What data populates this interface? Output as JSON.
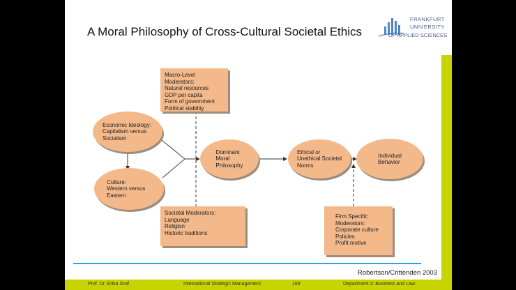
{
  "title": "A Moral Philosophy of Cross-Cultural Societal Ethics",
  "logo": {
    "line1": "FRANKFURT",
    "line2": "UNIVERSITY",
    "line3": "OF APPLIED SCIENCES"
  },
  "diagram": {
    "macro": "Macro-Level Moderators:\nNatural resources\nGDP per capita\nForm of government\nPolitical stability",
    "economic": "Economic Ideology:\nCapitalism versus\nSocialism",
    "culture": "Culture:\nWestern versus\nEastern",
    "dominant": "Dominant\nMoral\nPhilosophy",
    "ethical": "Ethical or\nUnethical Societal\nNorms",
    "individual": "Individual\nBehavior",
    "societal": "Societal Moderators:\nLanguage\nReligion\nHistoric traditions",
    "firm": "Firm Specific\nModerators:\nCorporate culture\nPolicies\nProfit motive"
  },
  "citation": "Robertson/Crittenden 2003",
  "footer": {
    "author": "Prof. Dr. Erika Graf",
    "course": "International Strategic Management",
    "page": "169",
    "department": "Department 3:  Business and Law"
  }
}
